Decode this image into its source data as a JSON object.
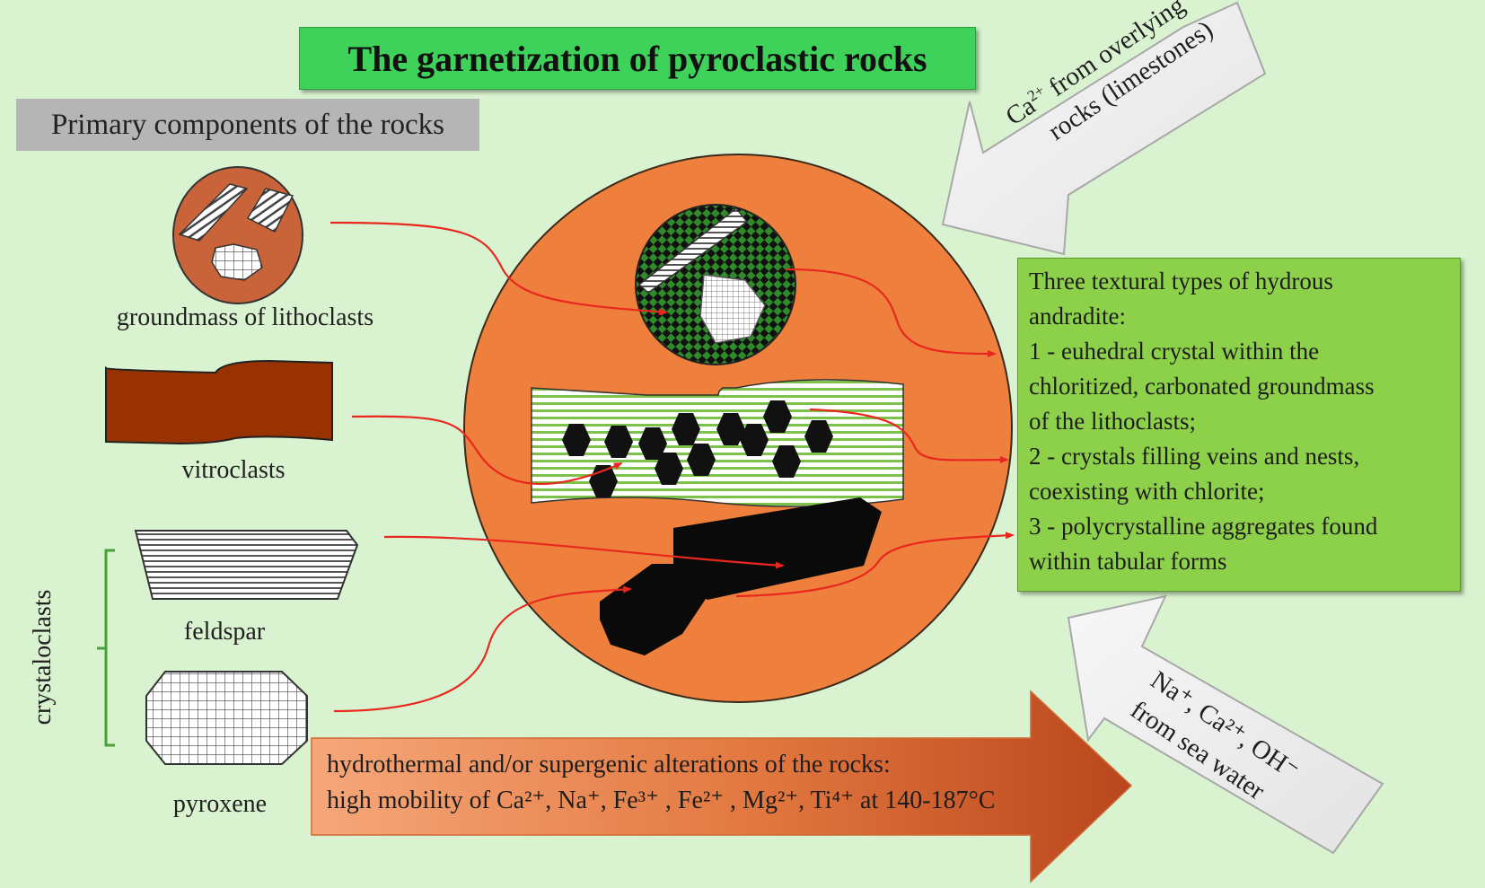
{
  "title": "The garnetization of pyroclastic rocks",
  "primary_header": "Primary components of the rocks",
  "components": {
    "lithoclasts": "groundmass of lithoclasts",
    "vitroclasts": "vitroclasts",
    "feldspar": "feldspar",
    "pyroxene": "pyroxene",
    "crystaloclasts": "crystaloclasts"
  },
  "ca_arrow": {
    "line1_a": "Ca",
    "line1_sup": "2+",
    "line1_b": " from overlying",
    "line2": "rocks (limestones)"
  },
  "sea_arrow": {
    "line1": "Na⁺, Ca²⁺, OH⁻",
    "line2": "from sea water"
  },
  "textural_types": {
    "heading_1": "Three textural types of hydrous",
    "heading_2": "andradite:",
    "item1_1": "1 - euhedral crystal within the",
    "item1_2": "chloritized, carbonated groundmass",
    "item1_3": "of the lithoclasts;",
    "item2_1": "2 - crystals filling veins and nests,",
    "item2_2": "coexisting with chlorite;",
    "item3_1": "3 - polycrystalline aggregates found",
    "item3_2": "within tabular forms"
  },
  "alteration": {
    "line1": "hydrothermal and/or supergenic alterations of the rocks:",
    "line2": "high mobility of  Ca²⁺, Na⁺, Fe³⁺ , Fe²⁺ , Mg²⁺, Ti⁴⁺ at 140-187°C"
  },
  "colors": {
    "background": "#d9f2cf",
    "title_green": "#3fd25a",
    "circle_orange": "#ef7f3c",
    "vitro_brown": "#983200",
    "types_green": "#8dd04a",
    "arrow_red": "#e8281e"
  }
}
